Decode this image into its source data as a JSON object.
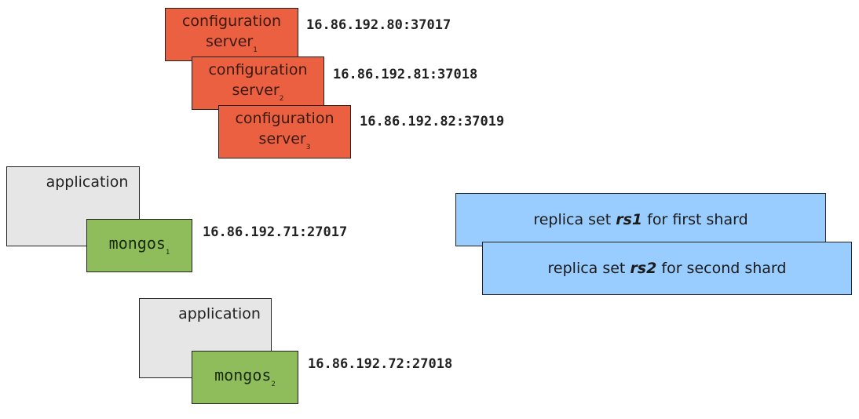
{
  "config_servers": [
    {
      "label_line1": "configuration",
      "label_line2": "server",
      "index": "1",
      "address": "16.86.192.80:37017"
    },
    {
      "label_line1": "configuration",
      "label_line2": "server",
      "index": "2",
      "address": "16.86.192.81:37018"
    },
    {
      "label_line1": "configuration",
      "label_line2": "server",
      "index": "3",
      "address": "16.86.192.82:37019"
    }
  ],
  "applications": [
    {
      "label": "application",
      "mongos_label": "mongos",
      "mongos_index": "1",
      "address": "16.86.192.71:27017"
    },
    {
      "label": "application",
      "mongos_label": "mongos",
      "mongos_index": "2",
      "address": "16.86.192.72:27018"
    }
  ],
  "replica_sets": [
    {
      "prefix": "replica set ",
      "name": "rs1",
      "suffix": " for first shard"
    },
    {
      "prefix": "replica set ",
      "name": "rs2",
      "suffix": " for second shard"
    }
  ],
  "colors": {
    "config": "#ea6040",
    "application": "#e6e6e6",
    "mongos": "#8fbd5c",
    "replica": "#99ccff"
  }
}
